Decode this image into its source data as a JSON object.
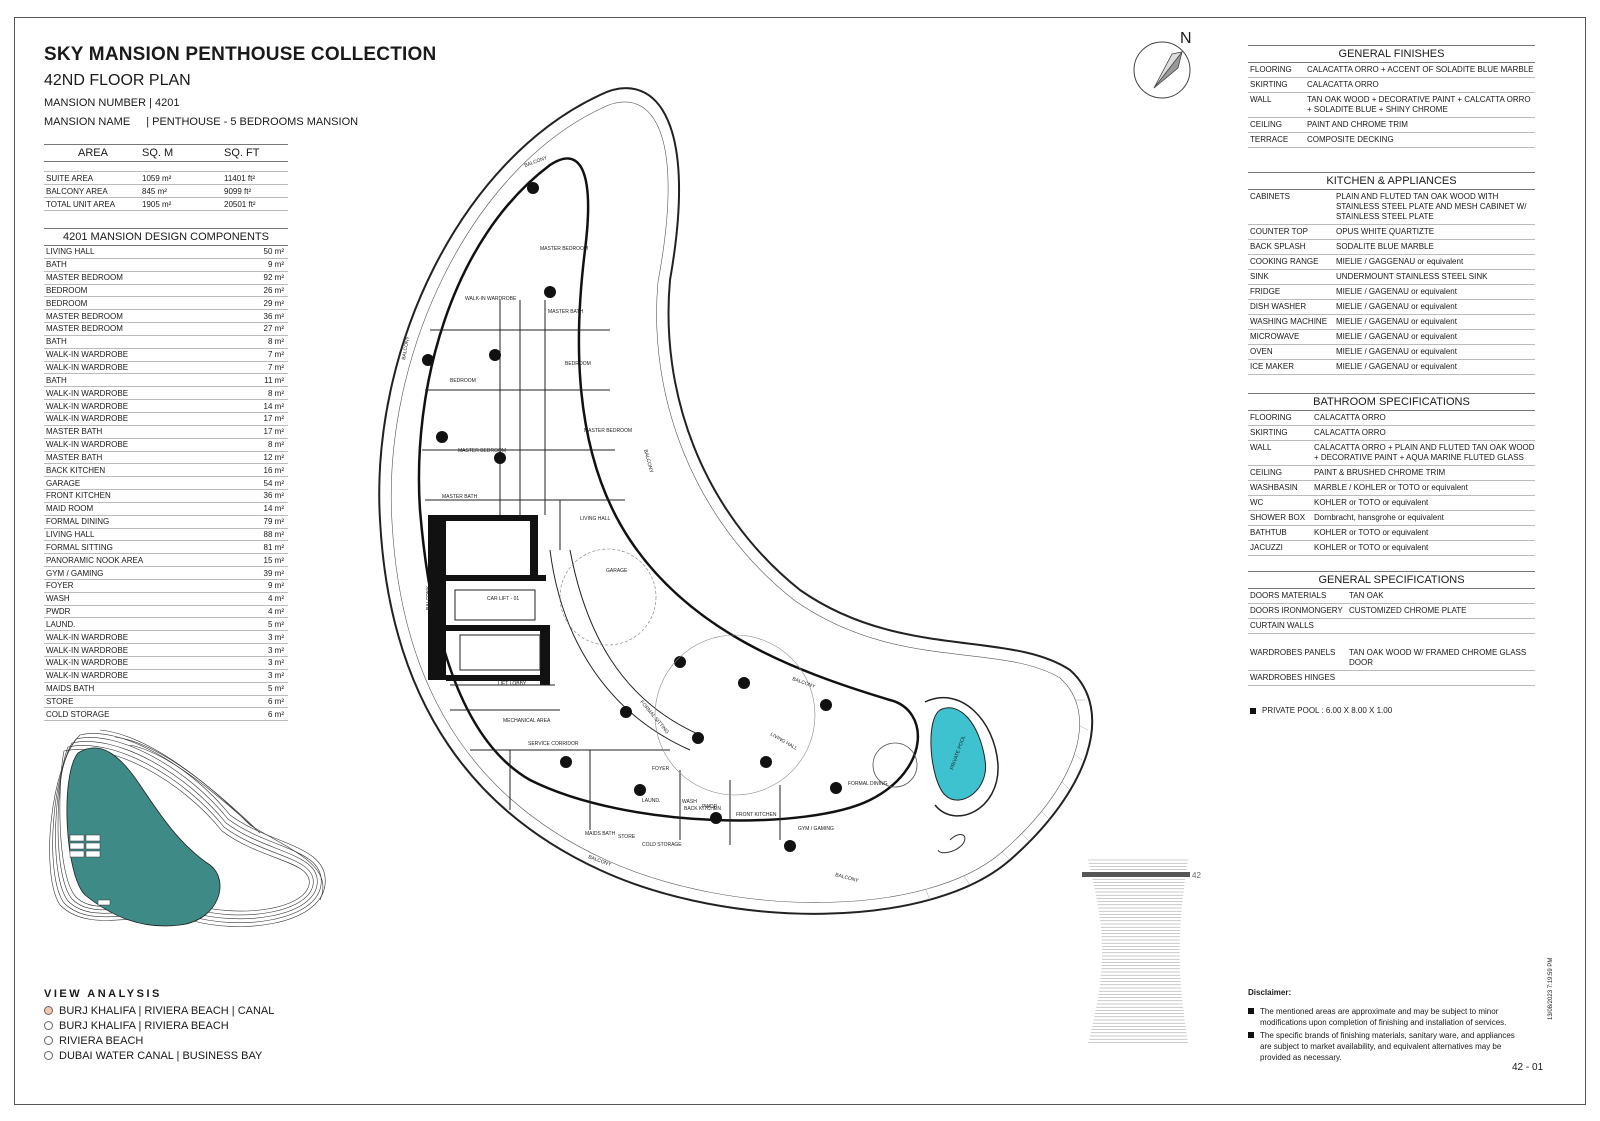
{
  "header": {
    "title": "SKY MANSION PENTHOUSE COLLECTION",
    "subtitle": "42ND FLOOR PLAN",
    "mansion_number": "MANSION NUMBER | 4201",
    "mansion_name_label": "MANSION NAME",
    "mansion_name_value": "| PENTHOUSE - 5 BEDROOMS MANSION"
  },
  "area_table": {
    "headers": [
      "AREA",
      "SQ. M",
      "SQ. FT"
    ],
    "rows": [
      [
        "SUITE AREA",
        "1059 m²",
        "11401 ft²"
      ],
      [
        "BALCONY AREA",
        "845 m²",
        "9099 ft²"
      ],
      [
        "TOTAL UNIT AREA",
        "1905 m²",
        "20501 ft²"
      ]
    ]
  },
  "components": {
    "title": "4201 MANSION DESIGN COMPONENTS",
    "rows": [
      [
        "LIVING HALL",
        "50 m²"
      ],
      [
        "BATH",
        "9 m²"
      ],
      [
        "MASTER BEDROOM",
        "92 m²"
      ],
      [
        "BEDROOM",
        "26 m²"
      ],
      [
        "BEDROOM",
        "29 m²"
      ],
      [
        "MASTER BEDROOM",
        "36 m²"
      ],
      [
        "MASTER BEDROOM",
        "27 m²"
      ],
      [
        "BATH",
        "8 m²"
      ],
      [
        "WALK-IN WARDROBE",
        "7 m²"
      ],
      [
        "WALK-IN WARDROBE",
        "7 m²"
      ],
      [
        "BATH",
        "11 m²"
      ],
      [
        "WALK-IN WARDROBE",
        "8 m²"
      ],
      [
        "WALK-IN WARDROBE",
        "14 m²"
      ],
      [
        "WALK-IN WARDROBE",
        "17 m²"
      ],
      [
        "MASTER BATH",
        "17 m²"
      ],
      [
        "WALK-IN WARDROBE",
        "8 m²"
      ],
      [
        "MASTER BATH",
        "12 m²"
      ],
      [
        "BACK KITCHEN",
        "16 m²"
      ],
      [
        "GARAGE",
        "54 m²"
      ],
      [
        "FRONT KITCHEN",
        "36 m²"
      ],
      [
        "MAID ROOM",
        "14 m²"
      ],
      [
        "FORMAL DINING",
        "79 m²"
      ],
      [
        "LIVING HALL",
        "88 m²"
      ],
      [
        "FORMAL SITTING",
        "81 m²"
      ],
      [
        "PANORAMIC NOOK AREA",
        "15 m²"
      ],
      [
        "GYM / GAMING",
        "39 m²"
      ],
      [
        "FOYER",
        "9 m²"
      ],
      [
        "WASH",
        "4 m²"
      ],
      [
        "PWDR",
        "4 m²"
      ],
      [
        "LAUND.",
        "5 m²"
      ],
      [
        "WALK-IN WARDROBE",
        "3 m²"
      ],
      [
        "WALK-IN WARDROBE",
        "3 m²"
      ],
      [
        "WALK-IN WARDROBE",
        "3 m²"
      ],
      [
        "WALK-IN WARDROBE",
        "3 m²"
      ],
      [
        "MAIDS BATH",
        "5 m²"
      ],
      [
        "STORE",
        "6 m²"
      ],
      [
        "COLD STORAGE",
        "6 m²"
      ]
    ]
  },
  "view_analysis": {
    "title": "VIEW ANALYSIS",
    "items": [
      {
        "label": "BURJ KHALIFA | RIVIERA BEACH | CANAL",
        "active": true
      },
      {
        "label": "BURJ KHALIFA | RIVIERA BEACH",
        "active": false
      },
      {
        "label": "RIVIERA BEACH",
        "active": false
      },
      {
        "label": "DUBAI WATER CANAL | BUSINESS BAY",
        "active": false
      }
    ],
    "active_color": "#f2c6b0"
  },
  "compass": {
    "label": "N"
  },
  "specs": {
    "general_finishes": {
      "title": "GENERAL FINISHES",
      "rows": [
        [
          "FLOORING",
          "CALACATTA ORRO + ACCENT OF SOLADITE BLUE MARBLE"
        ],
        [
          "SKIRTING",
          "CALACATTA ORRO"
        ],
        [
          "WALL",
          "TAN OAK WOOD + DECORATIVE PAINT + CALCATTA ORRO + SOLADITE BLUE + SHINY CHROME"
        ],
        [
          "CEILING",
          "PAINT AND CHROME TRIM"
        ],
        [
          "TERRACE",
          "COMPOSITE DECKING"
        ]
      ]
    },
    "kitchen": {
      "title": "KITCHEN & APPLIANCES",
      "rows": [
        [
          "CABINETS",
          "PLAIN AND FLUTED TAN OAK WOOD WITH STAINLESS STEEL PLATE AND MESH CABINET W/ STAINLESS STEEL PLATE"
        ],
        [
          "COUNTER TOP",
          "OPUS WHITE QUARTIZTE"
        ],
        [
          "BACK SPLASH",
          "SODALITE BLUE MARBLE"
        ],
        [
          "COOKING RANGE",
          "MIELIE / GAGGENAU or equivalent"
        ],
        [
          "SINK",
          "UNDERMOUNT STAINLESS STEEL SINK"
        ],
        [
          "FRIDGE",
          "MIELIE / GAGENAU or equivalent"
        ],
        [
          "DISH WASHER",
          "MIELIE / GAGENAU or equivalent"
        ],
        [
          "WASHING MACHINE",
          "MIELIE / GAGENAU or equivalent"
        ],
        [
          "MICROWAVE",
          "MIELIE / GAGENAU or equivalent"
        ],
        [
          "OVEN",
          "MIELIE / GAGENAU or equivalent"
        ],
        [
          "ICE MAKER",
          "MIELIE / GAGENAU or equivalent"
        ]
      ]
    },
    "bathroom": {
      "title": "BATHROOM SPECIFICATIONS",
      "rows": [
        [
          "FLOORING",
          "CALACATTA ORRO"
        ],
        [
          "SKIRTING",
          "CALACATTA ORRO"
        ],
        [
          "WALL",
          "CALACATTA ORRO + PLAIN AND FLUTED TAN OAK WOOD + DECORATIVE PAINT + AQUA MARINE FLUTED GLASS"
        ],
        [
          "CEILING",
          "PAINT & BRUSHED CHROME TRIM"
        ],
        [
          "WASHBASIN",
          "MARBLE / KOHLER or TOTO or equivalent"
        ],
        [
          "WC",
          "KOHLER or TOTO or equivalent"
        ],
        [
          "SHOWER BOX",
          "Dornbracht, hansgrohe or equivalent"
        ],
        [
          "BATHTUB",
          "KOHLER or TOTO or equivalent"
        ],
        [
          "JACUZZI",
          "KOHLER or TOTO or equivalent"
        ]
      ]
    },
    "general_specs": {
      "title": "GENERAL SPECIFICATIONS",
      "rows": [
        [
          "DOORS MATERIALS",
          "TAN OAK"
        ],
        [
          "DOORS IRONMONGERY",
          "CUSTOMIZED CHROME PLATE"
        ],
        [
          "CURTAIN WALLS",
          ""
        ],
        [
          "WARDROBES PANELS",
          "TAN OAK WOOD W/ FRAMED CHROME GLASS DOOR"
        ],
        [
          "WARDROBES HINGES",
          ""
        ]
      ]
    }
  },
  "pool_note": "PRIVATE POOL :  6.00 X 8.00 X 1.00",
  "disclaimer": {
    "title": "Disclaimer:",
    "items": [
      "The mentioned areas are approximate and may be subject to minor modifications upon completion of finishing and installation of services.",
      "The specific brands of finishing materials, sanitary ware, and appliances are subject to market availability, and equivalent alternatives may be provided as necessary."
    ]
  },
  "page_number": "42 - 01",
  "print_date": "13/08/2023 7:19:59 PM",
  "level_label": "42",
  "plan_labels": {
    "balcony": "BALCONY",
    "master_bedroom": "MASTER BEDROOM",
    "walk_in_wardrobe": "WALK-IN WARDROBE",
    "master_bath": "MASTER BATH",
    "bedroom": "BEDROOM",
    "living_hall": "LIVING HALL",
    "garage": "GARAGE",
    "car_lift": "CAR LIFT - 01",
    "lift_lobby": "LIFT LOBBY",
    "mechanical_area": "MECHANICAL AREA",
    "service_corridor": "SERVICE CORRIDOR",
    "formal_sitting": "FORMAL SITTING",
    "formal_dining": "FORMAL DINING",
    "front_kitchen": "FRONT KITCHEN",
    "back_kitchen": "BACK KITCHEN",
    "gym": "GYM / GAMING",
    "foyer": "FOYER",
    "wash": "WASH",
    "pwdr": "PWDR",
    "laund": "LAUND.",
    "store": "STORE",
    "cold_storage": "COLD STORAGE",
    "maids_bath": "MAIDS BATH",
    "private_pool": "PRIVATE POOL"
  },
  "colors": {
    "pool": "#3fc2cf",
    "site_water": "#3e8a86",
    "ink": "#1a1a1a"
  }
}
